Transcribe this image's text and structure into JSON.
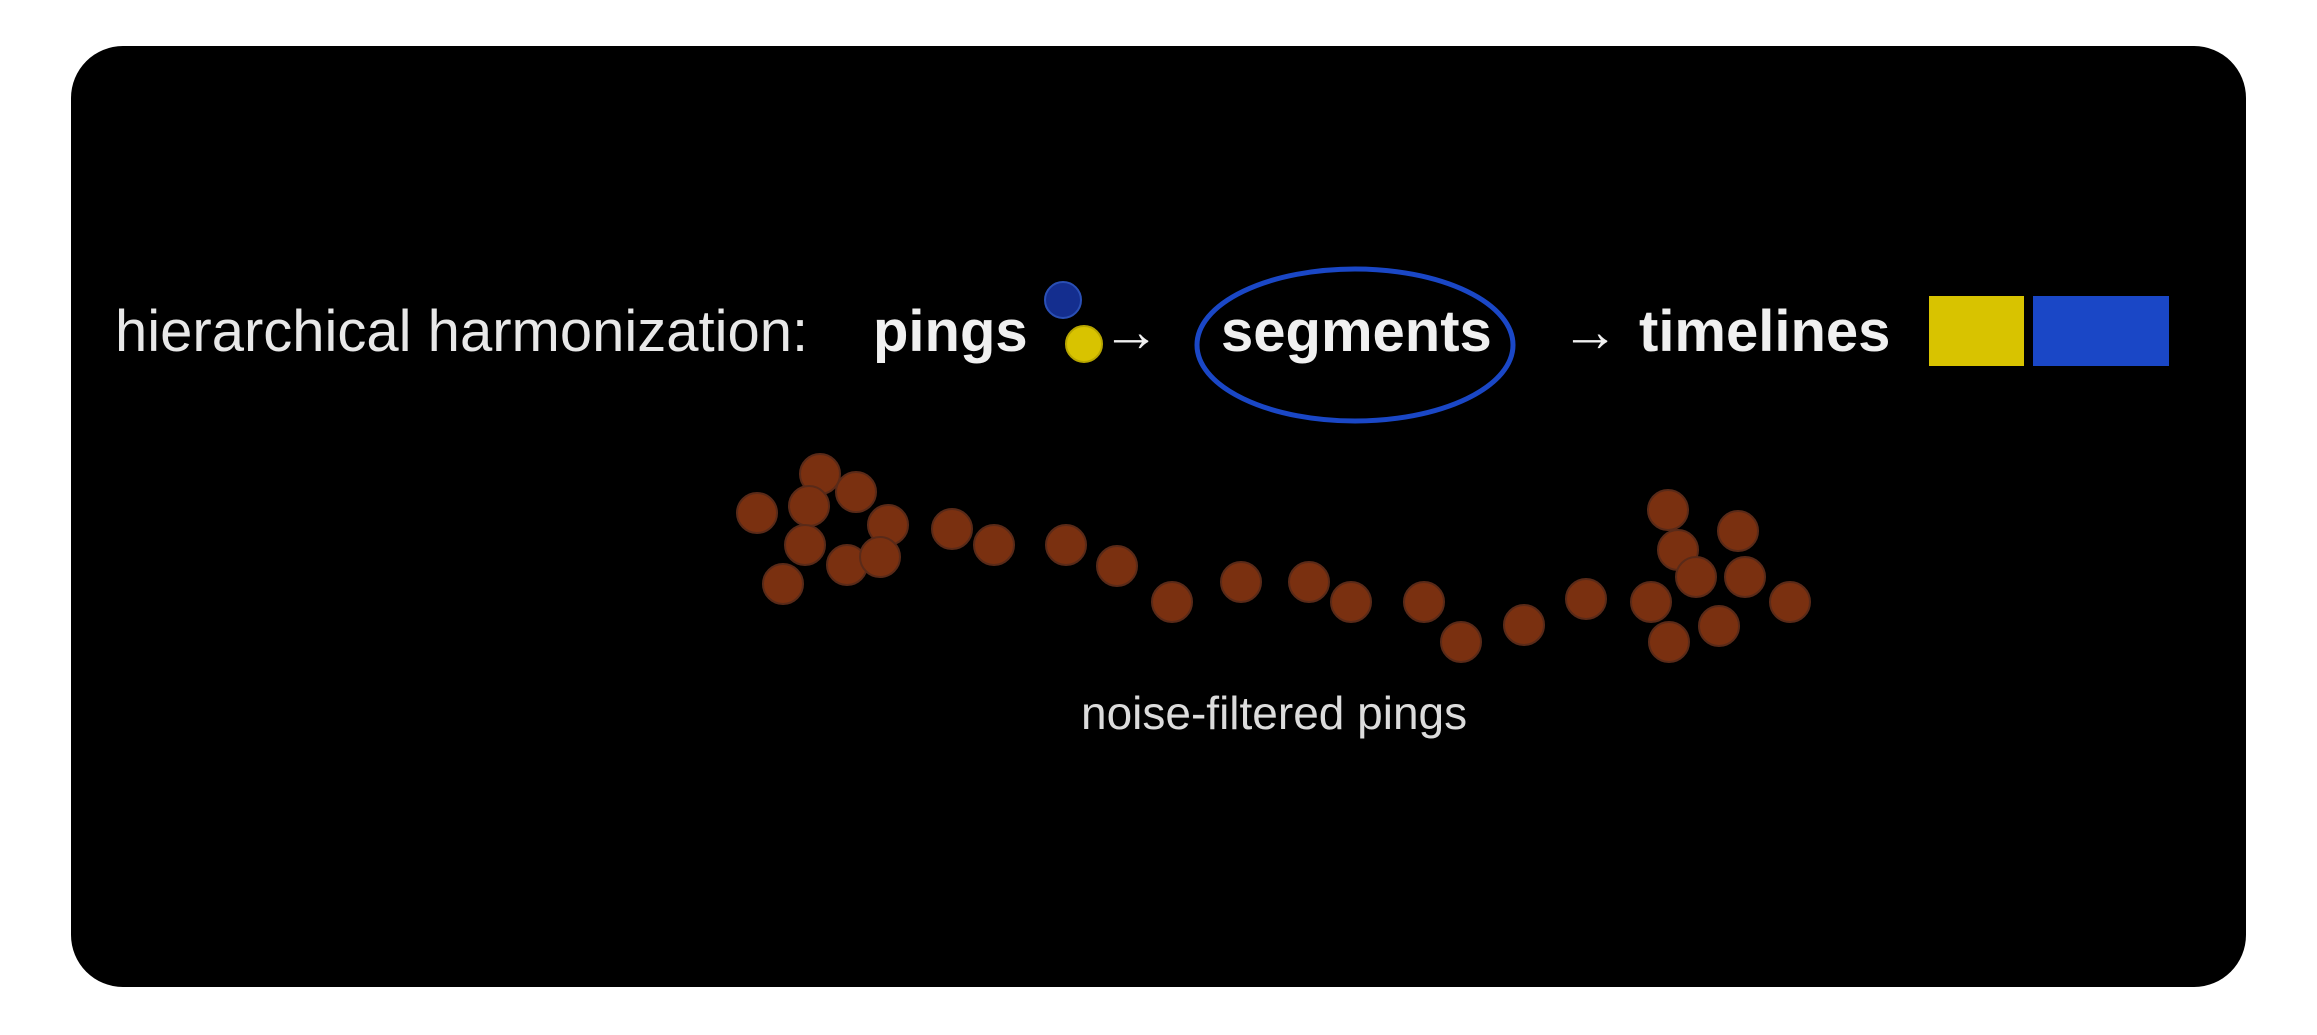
{
  "header": {
    "prefix": "hierarchical harmonization: ",
    "pings": "pings",
    "arrow1": "→",
    "segments": "segments",
    "arrow2": "→",
    "timelines": "timelines"
  },
  "caption": "noise-filtered pings",
  "colors": {
    "background": "#000000",
    "ping_dot": "#7a3010",
    "ping_dot_edge": "#5a2a18",
    "yellow": "#d8c300",
    "blue": "#1a47c6",
    "navy": "#142e8f",
    "header_text": "#e8e8e8",
    "caption_text": "#dcdcdc"
  }
}
